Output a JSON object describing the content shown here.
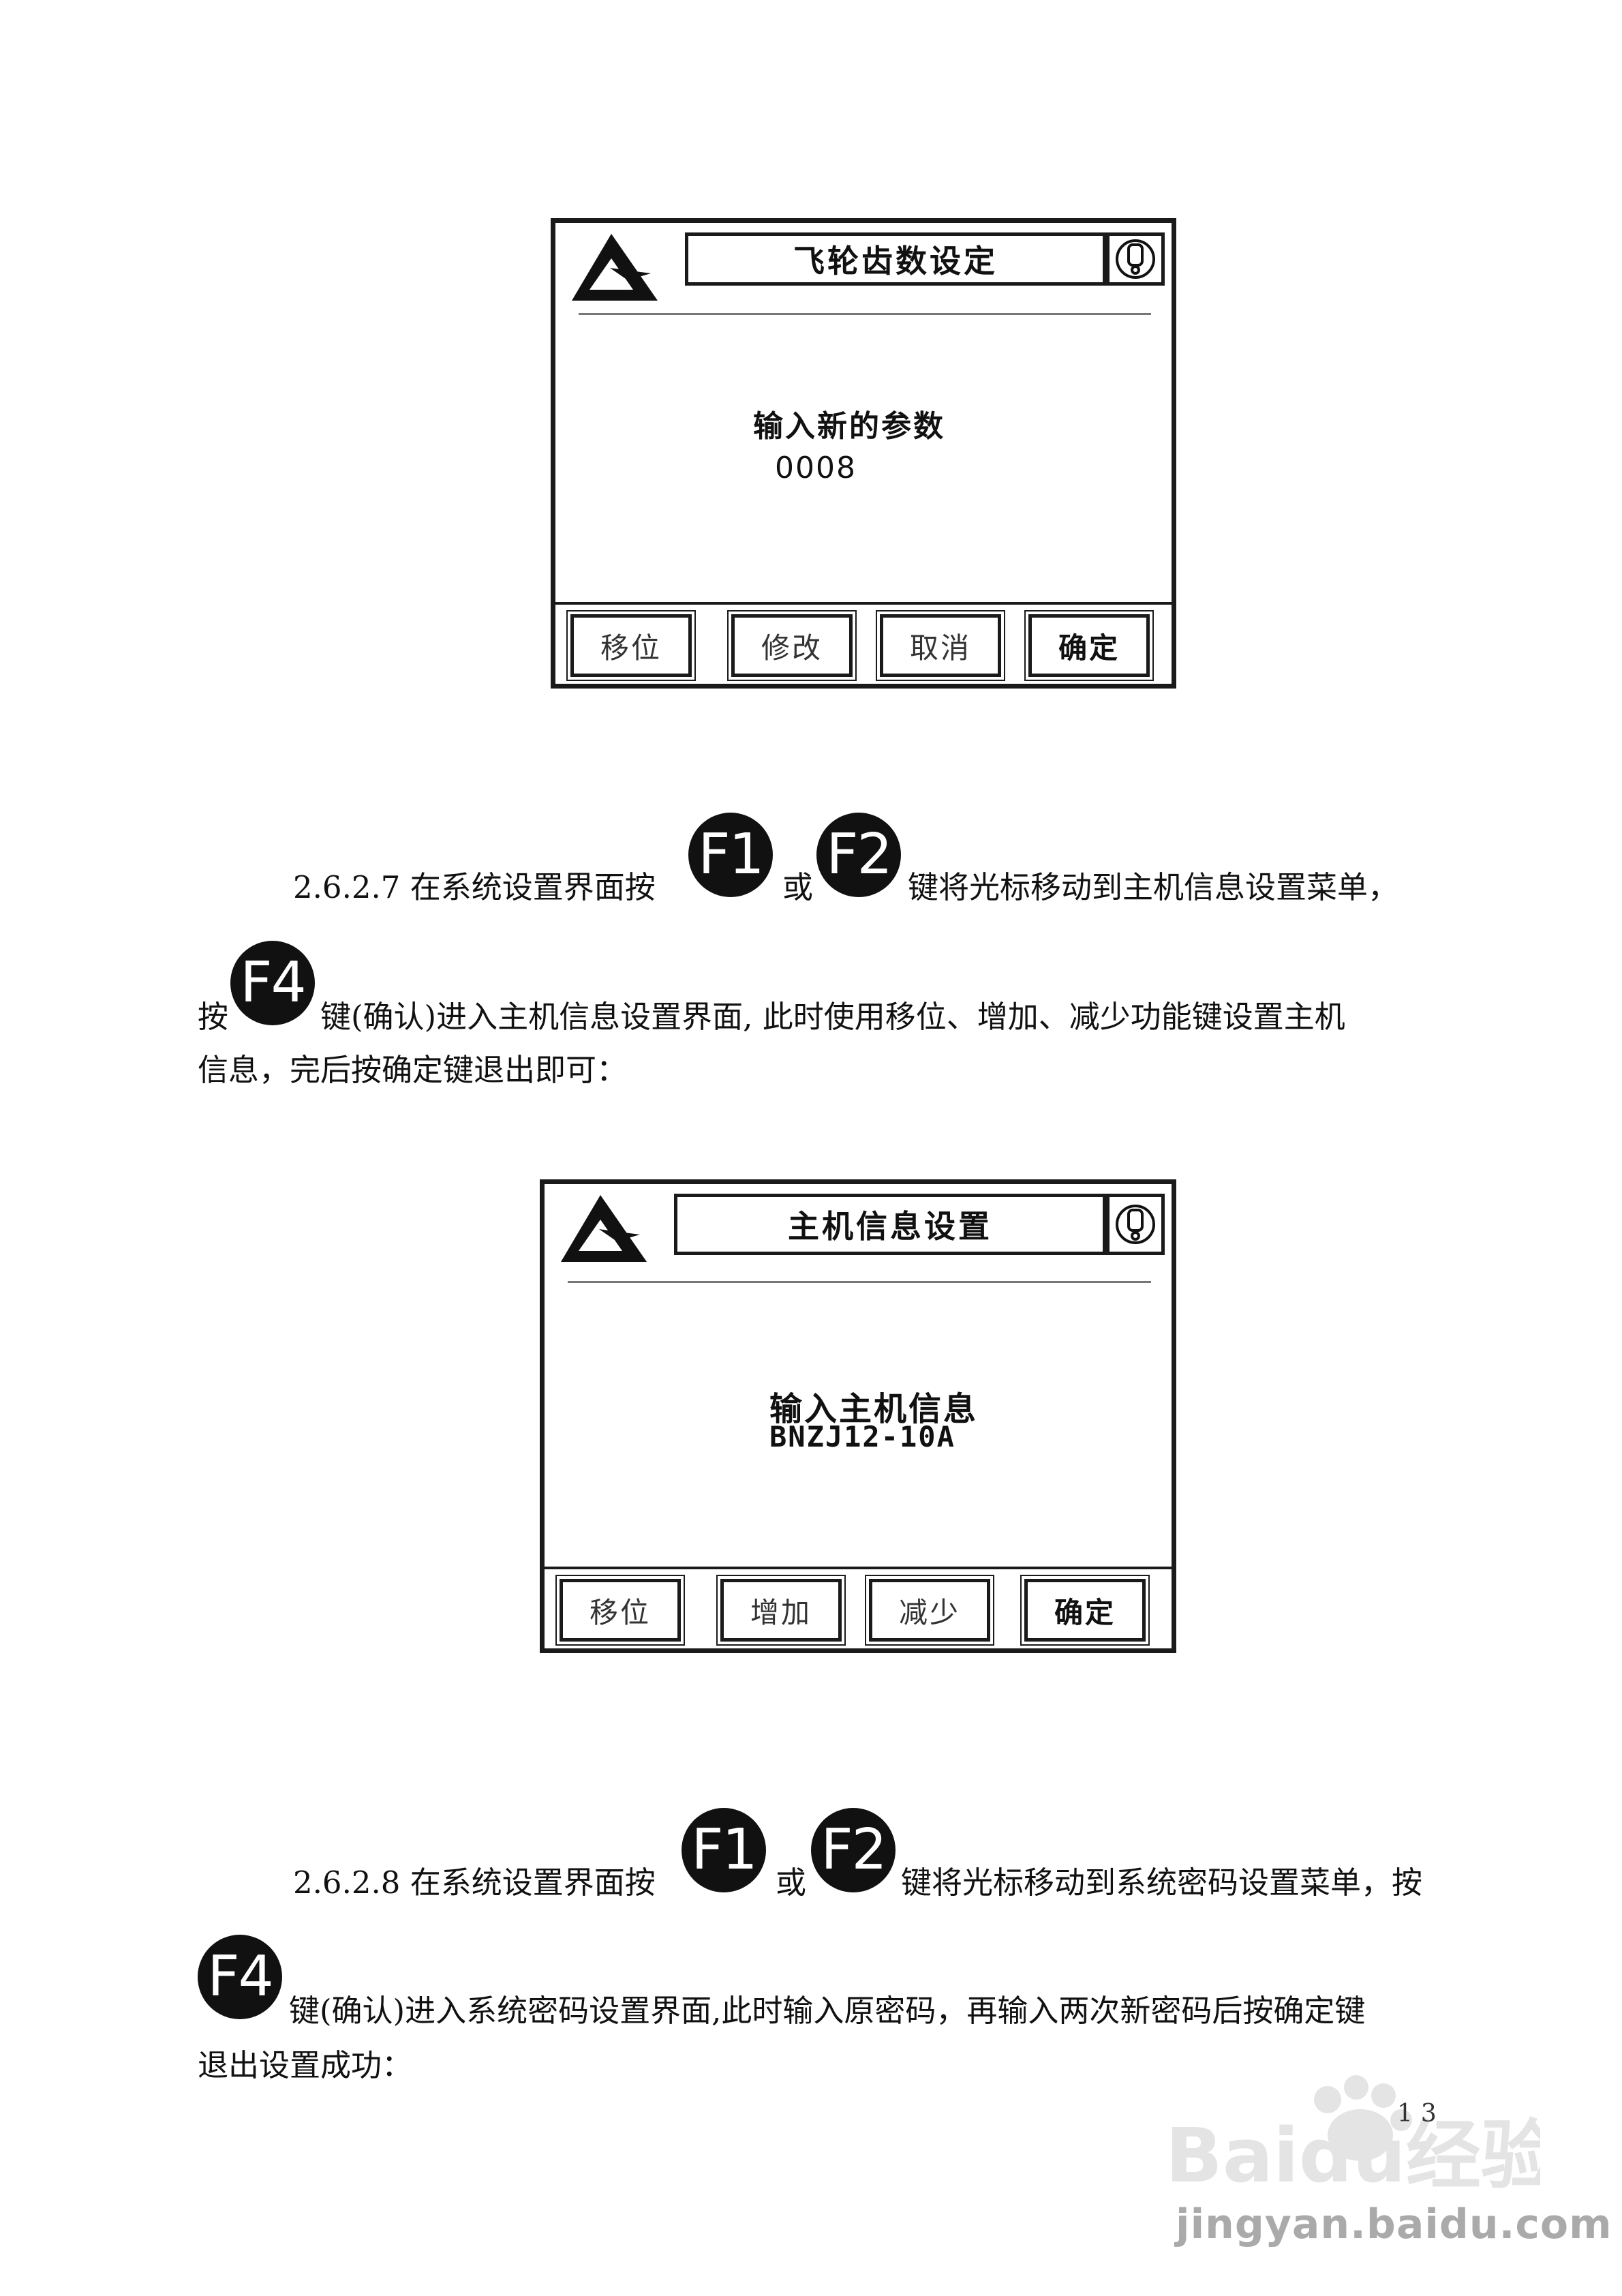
{
  "screens": [
    {
      "title": "飞轮齿数设定",
      "prompt": "输入新的参数",
      "value": "0008",
      "buttons": [
        "移位",
        "修改",
        "取消",
        "确定"
      ]
    },
    {
      "title": "主机信息设置",
      "prompt": "输入主机信息",
      "value": "BNZJ12-10A",
      "buttons": [
        "移位",
        "增加",
        "减少",
        "确定"
      ]
    }
  ],
  "keys": {
    "f1": "F1",
    "f2": "F2",
    "f4": "F4"
  },
  "section_2_6_2_7": {
    "line1_a": "2.6.2.7 在系统设置界面按",
    "or": "或",
    "line1_b": "键将光标移动到主机信息设置菜单，",
    "line2_a": "按",
    "line2_b": "键(确认)进入主机信息设置界面, 此时使用移位、增加、减少功能键设置主机",
    "line3": "信息，完后按确定键退出即可："
  },
  "section_2_6_2_8": {
    "line1_a": "2.6.2.8 在系统设置界面按",
    "or": "或",
    "line1_b": "键将光标移动到系统密码设置菜单，按",
    "line2_b": "键(确认)进入系统密码设置界面,此时输入原密码，再输入两次新密码后按确定键",
    "line3": "退出设置成功："
  },
  "page_number": "13",
  "watermark": {
    "brand": "Baidu经验",
    "url": "jingyan.baidu.com"
  }
}
